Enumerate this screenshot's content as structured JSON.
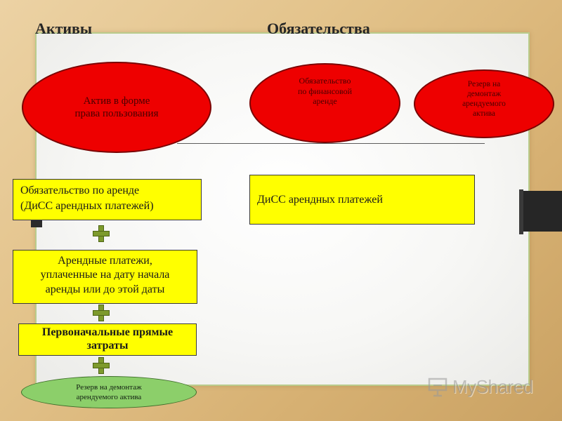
{
  "headings": {
    "assets": "Активы",
    "liabilities": "Обязательства"
  },
  "top_nodes": {
    "right_of_use_asset": [
      "Актив в форме",
      "права пользования"
    ],
    "finance_lease_liability": [
      "Обязательство",
      "по финансовой",
      "аренде"
    ],
    "dismantling_reserve": [
      "Резерв на",
      "демонтаж",
      "арендуемого",
      "актива"
    ]
  },
  "asset_components": {
    "lease_obligation": [
      "Обязательство по аренде",
      "(ДиСС арендных платежей)"
    ],
    "paid_lease_payments": [
      "Арендные платежи,",
      "уплаченные на дату начала",
      "аренды или до этой даты"
    ],
    "initial_direct_costs": [
      "Первоначальные прямые",
      "затраты"
    ],
    "dismantling_reserve": [
      "Резерв на демонтаж",
      "арендуемого актива"
    ]
  },
  "liability_components": {
    "pv_lease_payments": "ДиСС арендных платежей"
  },
  "connectors": {
    "operator_icon": "plus-icon"
  },
  "watermark": {
    "icon": "presentation-board-icon",
    "text": "MyShared"
  },
  "colors": {
    "background": "#e3c38b",
    "panel": "#f7f7f5",
    "red_oval": "#ee0000",
    "yellow_box": "#ffff00",
    "green_oval": "#8ccf6a",
    "plus": "#7d9a2c"
  }
}
